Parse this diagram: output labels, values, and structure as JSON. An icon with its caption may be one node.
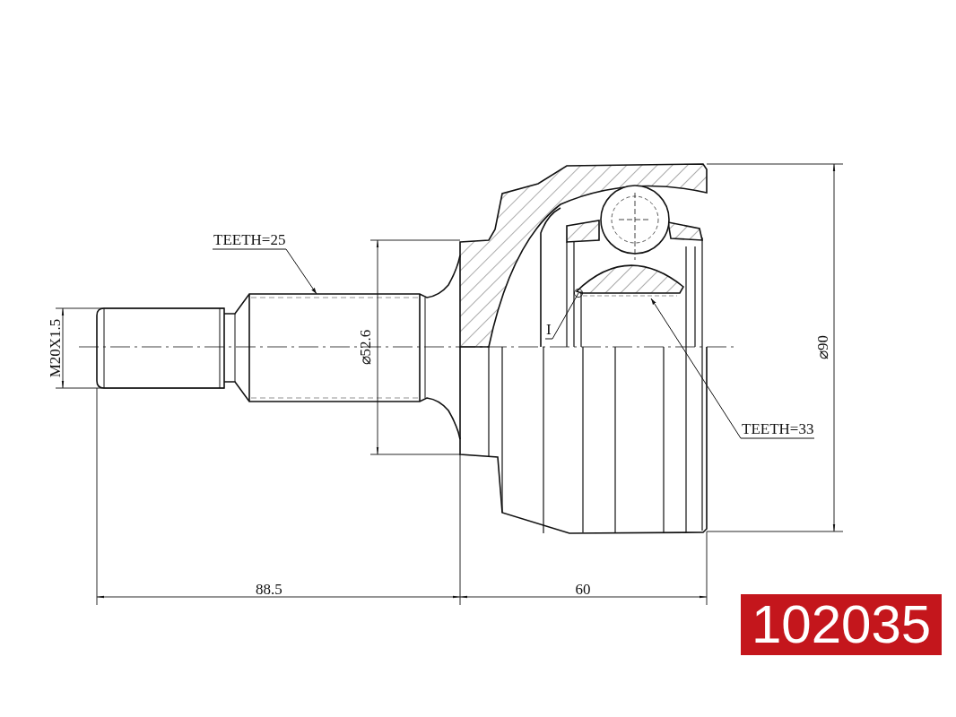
{
  "diagram": {
    "nodes": [
      {
        "text": [
          "TEETH=25"
        ]
      },
      {
        "text": [
          "I"
        ]
      },
      {
        "text": [
          "TEETH=33"
        ]
      }
    ],
    "edges": [
      {
        "from": 0,
        "to": null,
        "arrow": "to"
      },
      {
        "from": 1,
        "to": null,
        "arrow": "other"
      },
      {
        "from": 2,
        "to": null,
        "arrow": "to"
      }
    ],
    "labels": [
      "M20X1.5",
      "⌀52.6",
      "⌀90",
      "88.5",
      "60",
      "102035"
    ]
  }
}
